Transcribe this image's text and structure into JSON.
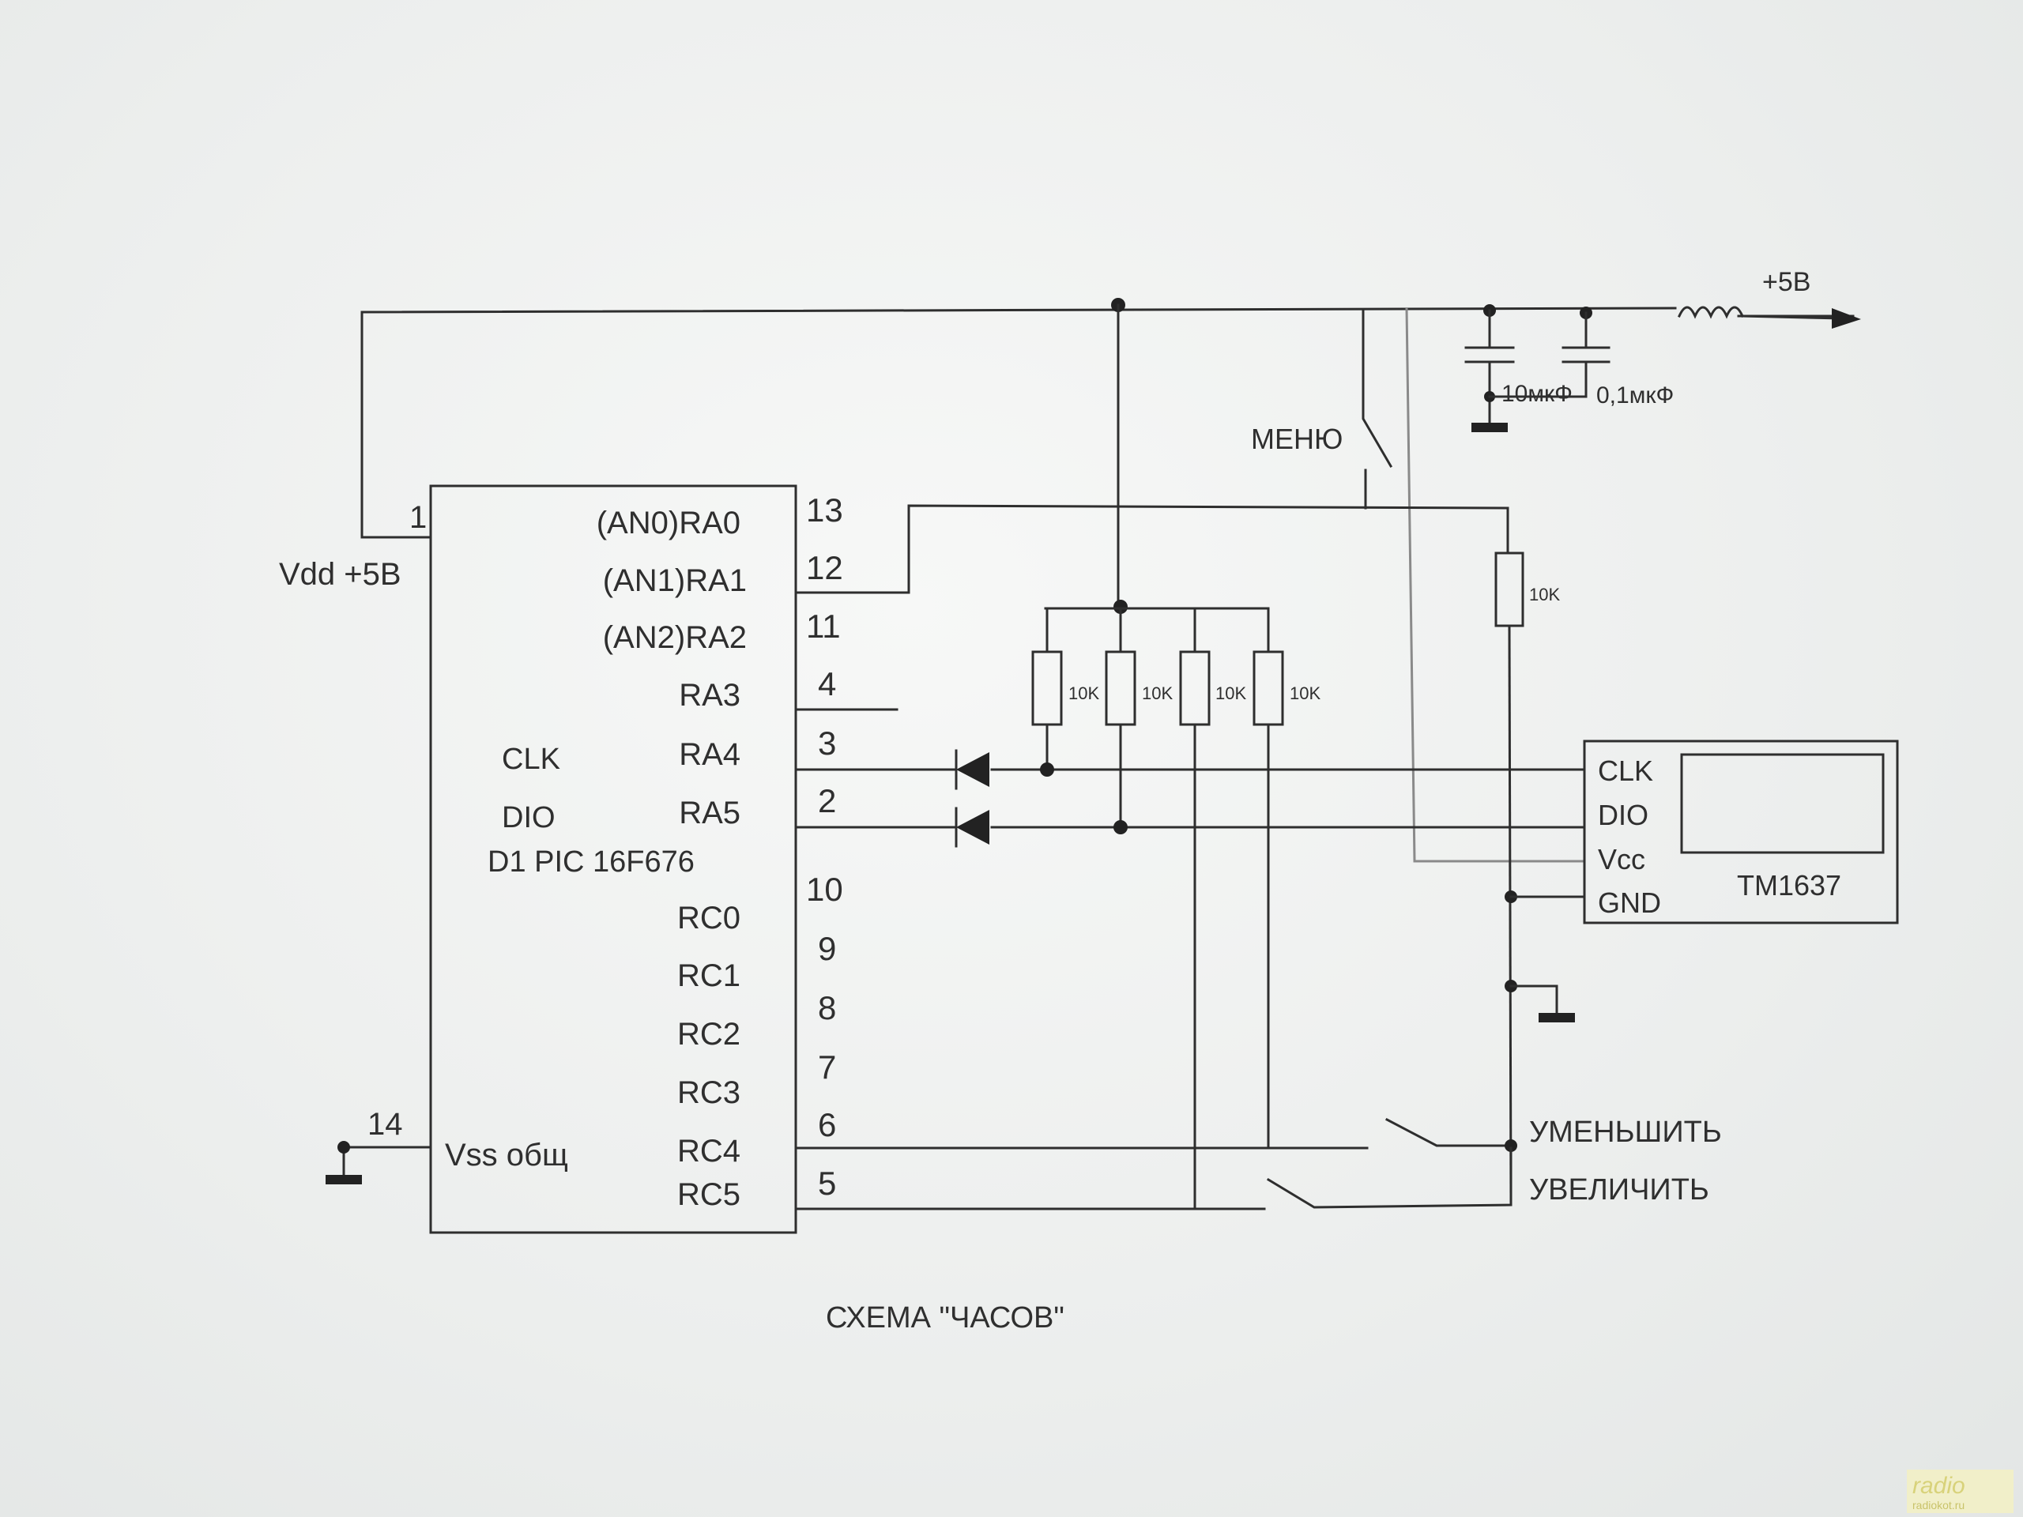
{
  "title": "СХЕМА \"ЧАСОВ\"",
  "supply_label": "+5В",
  "mcu": {
    "name": "D1 PIC 16F676",
    "vdd_label": "Vdd +5В",
    "vss_label": "Vss общ",
    "clk_label": "CLK",
    "dio_label": "DIO",
    "pins": [
      {
        "num": "1",
        "name": ""
      },
      {
        "num": "13",
        "name": "(AN0)RA0"
      },
      {
        "num": "12",
        "name": "(AN1)RA1"
      },
      {
        "num": "11",
        "name": "(AN2)RA2"
      },
      {
        "num": "4",
        "name": "RA3"
      },
      {
        "num": "3",
        "name": "RA4"
      },
      {
        "num": "2",
        "name": "RA5"
      },
      {
        "num": "10",
        "name": "RC0"
      },
      {
        "num": "9",
        "name": "RC1"
      },
      {
        "num": "8",
        "name": "RC2"
      },
      {
        "num": "7",
        "name": "RC3"
      },
      {
        "num": "6",
        "name": "RC4"
      },
      {
        "num": "5",
        "name": "RC5"
      },
      {
        "num": "14",
        "name": ""
      }
    ]
  },
  "capacitors": [
    "10мкФ",
    "0,1мкФ"
  ],
  "resistors": [
    "10K",
    "10K",
    "10K",
    "10K",
    "10K"
  ],
  "switches": {
    "menu": "МЕНЮ",
    "decrease": "УМЕНЬШИТЬ",
    "increase": "УВЕЛИЧИТЬ"
  },
  "display": {
    "name": "TM1637",
    "pins": [
      "CLK",
      "DIO",
      "Vcc",
      "GND"
    ]
  },
  "watermark": {
    "text": "radiokot.ru",
    "color": "#e6e08a"
  }
}
